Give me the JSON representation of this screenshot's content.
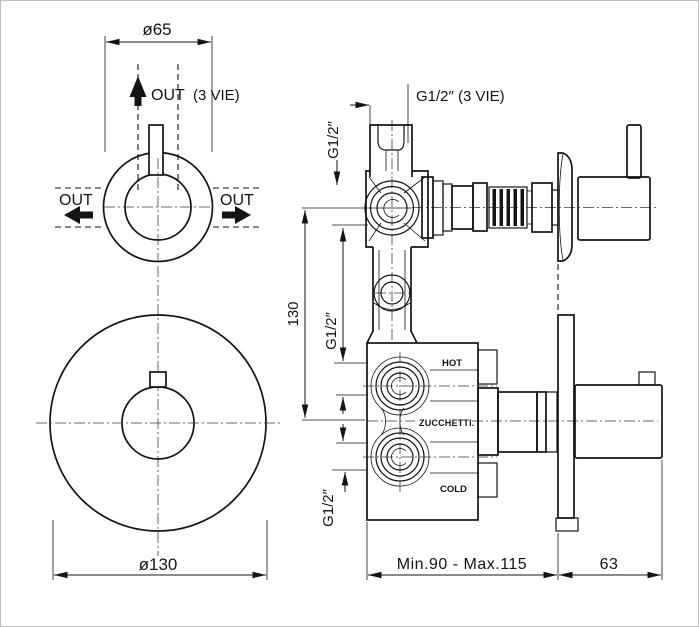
{
  "page": {
    "background": "#ffffff",
    "line_color": "#141414",
    "border_color": "#bdbdbd"
  },
  "top_view": {
    "dim_diameter": "ø65",
    "outlet_up_label": "OUT",
    "outlet_up_note": "(3 VIE)",
    "outlet_left_label": "OUT",
    "outlet_right_label": "OUT"
  },
  "front_view": {
    "dim_diameter": "ø130"
  },
  "side_view": {
    "dim_top_port": "G1/2″  (3 VIE)",
    "dim_port_upper": "G1/2″",
    "dim_center_distance": "130",
    "dim_port_middle": "G1/2″",
    "dim_port_lower": "G1/2″",
    "label_hot": "HOT",
    "label_brand": "ZUCCHETTI.",
    "label_cold": "COLD",
    "dim_depth_range": "Min.90  -  Max.115",
    "dim_plate_to_handle": "63"
  }
}
